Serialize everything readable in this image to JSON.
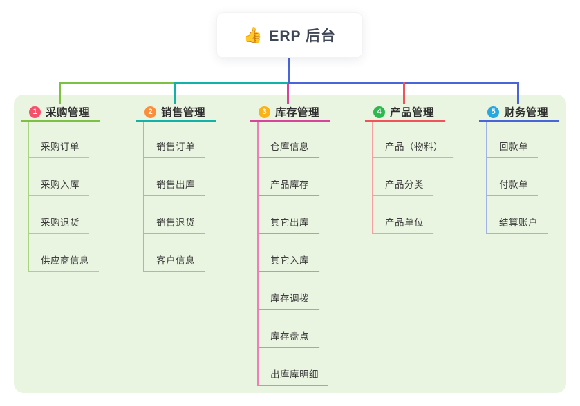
{
  "root": {
    "icon": "👍",
    "label": "ERP 后台"
  },
  "colors": {
    "panel_bg": "#e9f5e1",
    "root_line": "#4a64d9"
  },
  "branches": [
    {
      "index": "1",
      "label": "采购管理",
      "badge_color": "#f4516c",
      "line_color": "#7dc043",
      "light_color": "#a8d383",
      "items": [
        "采购订单",
        "采购入库",
        "采购退货",
        "供应商信息"
      ]
    },
    {
      "index": "2",
      "label": "销售管理",
      "badge_color": "#fb8e3c",
      "line_color": "#12b2a8",
      "light_color": "#72cfc9",
      "items": [
        "销售订单",
        "销售出库",
        "销售退货",
        "客户信息"
      ]
    },
    {
      "index": "3",
      "label": "库存管理",
      "badge_color": "#fbb216",
      "line_color": "#d8449c",
      "light_color": "#f07eba",
      "items": [
        "仓库信息",
        "产品库存",
        "其它出库",
        "其它入库",
        "库存调拨",
        "库存盘点",
        "出库库明细"
      ]
    },
    {
      "index": "4",
      "label": "产品管理",
      "badge_color": "#2eb850",
      "line_color": "#f0535a",
      "light_color": "#f79e9e",
      "items": [
        "产品（物料）",
        "产品分类",
        "产品单位"
      ]
    },
    {
      "index": "5",
      "label": "财务管理",
      "badge_color": "#29a8e0",
      "line_color": "#4a64d9",
      "light_color": "#9fb3e6",
      "items": [
        "回款单",
        "付款单",
        "结算账户"
      ]
    }
  ]
}
